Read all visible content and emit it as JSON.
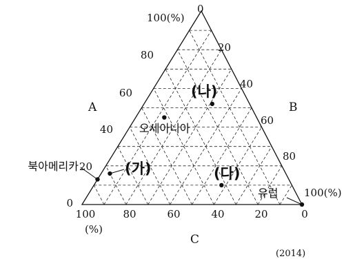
{
  "chart_data": {
    "type": "scatter",
    "subtype": "ternary",
    "axes": {
      "A": {
        "label": "A",
        "range": [
          0,
          100
        ],
        "ticks": [
          "0",
          "20",
          "40",
          "60",
          "80",
          "100(%)"
        ]
      },
      "B": {
        "label": "B",
        "range": [
          0,
          100
        ],
        "ticks": [
          "20",
          "40",
          "60",
          "80",
          "100(%)"
        ],
        "zero": "0"
      },
      "C": {
        "label": "C",
        "range": [
          0,
          100
        ],
        "ticks": [
          "100",
          "80",
          "60",
          "40",
          "20",
          "0"
        ],
        "unit": "(%)"
      }
    },
    "grid": true,
    "grid_step": 10,
    "grid_style": "dashed",
    "points": [
      {
        "label": "(나)",
        "A": 52,
        "B": 31,
        "C": 17,
        "kind": "mark"
      },
      {
        "label": "오세아니아",
        "A": 45,
        "B": 13,
        "C": 42,
        "kind": "region"
      },
      {
        "label": "(가)",
        "A": 16,
        "B": 4,
        "C": 80,
        "kind": "mark"
      },
      {
        "label": "북아메리카",
        "A": 13,
        "B": 0,
        "C": 87,
        "kind": "region"
      },
      {
        "label": "(다)",
        "A": 10,
        "B": 58,
        "C": 32,
        "kind": "mark"
      },
      {
        "label": "유럽",
        "A": 0,
        "B": 100,
        "C": 0,
        "kind": "region"
      }
    ],
    "source_year": "(2014)"
  }
}
